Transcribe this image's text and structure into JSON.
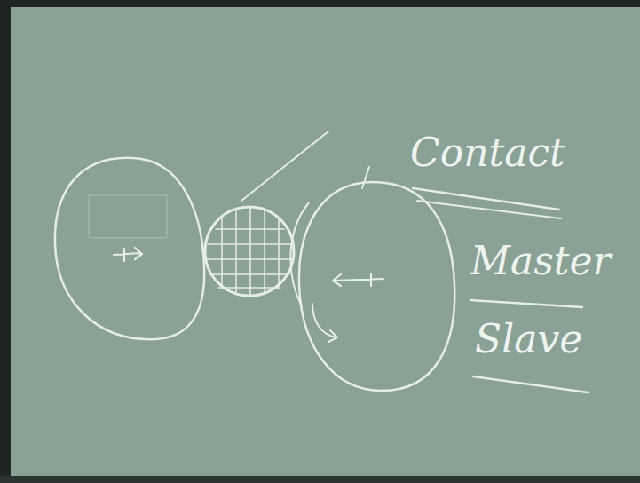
{
  "diagram": {
    "labels": [
      "Contact",
      "Master",
      "Slave"
    ]
  }
}
